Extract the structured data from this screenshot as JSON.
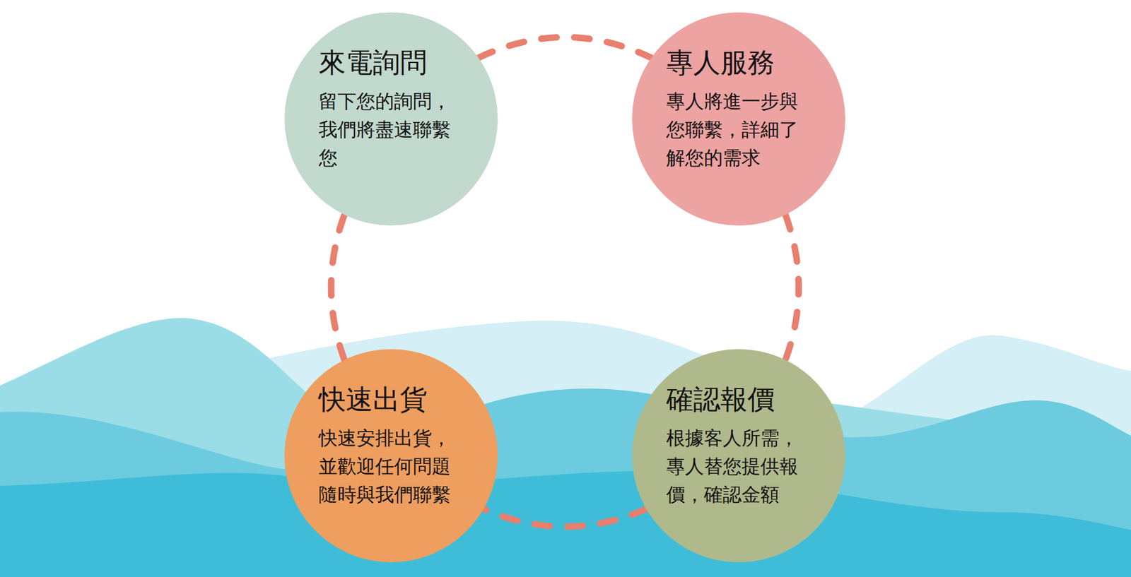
{
  "diagram": {
    "nodes": [
      {
        "text": [
          "來電詢問",
          "留下您的詢問， 我們將盡速聯繫 您"
        ]
      },
      {
        "text": [
          "專人服務",
          "專人將進一步與 您聯繫，詳細了 解您的需求"
        ]
      },
      {
        "text": [
          "快速出貨",
          "快速安排出貨， 並歡迎任何問題 隨時與我們聯繫"
        ]
      },
      {
        "text": [
          "確認報價",
          "根據客人所需， 專人替您提供報 價，確認金額"
        ]
      }
    ],
    "edges": [
      {
        "from": 0,
        "to": 1,
        "arrow": "none"
      },
      {
        "from": 1,
        "to": 3,
        "arrow": "none"
      },
      {
        "from": 3,
        "to": 2,
        "arrow": "none"
      },
      {
        "from": 2,
        "to": 0,
        "arrow": "none"
      }
    ]
  }
}
